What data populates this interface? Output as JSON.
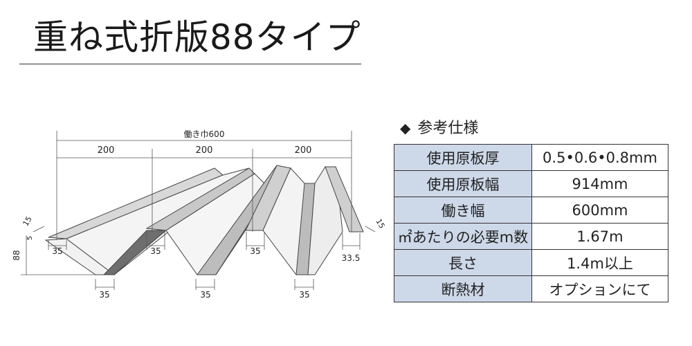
{
  "title": "重ね式折版88タイプ",
  "spec": {
    "mark": "◆",
    "heading": "参考仕様",
    "rows": [
      {
        "label": "使用原板厚",
        "value": "0.5•0.6•0.8mm"
      },
      {
        "label": "使用原板幅",
        "value": "914mm"
      },
      {
        "label": "働き幅",
        "value": "600mm"
      },
      {
        "label": "㎡あたりの必要m数",
        "value": "1.67m"
      },
      {
        "label": "長さ",
        "value": "1.4m以上"
      },
      {
        "label": "断熱材",
        "value": "オプションにて"
      }
    ]
  },
  "diagram": {
    "total_width_label": "働き巾600",
    "pitch_labels": [
      "200",
      "200",
      "200"
    ],
    "height_label": "88",
    "left_edge_labels": [
      "15",
      "5"
    ],
    "right_edge_label": "15",
    "top_width_labels": [
      "35",
      "35",
      "35"
    ],
    "right_top_width_label": "33.5",
    "bottom_width_labels": [
      "35",
      "35",
      "35"
    ]
  }
}
